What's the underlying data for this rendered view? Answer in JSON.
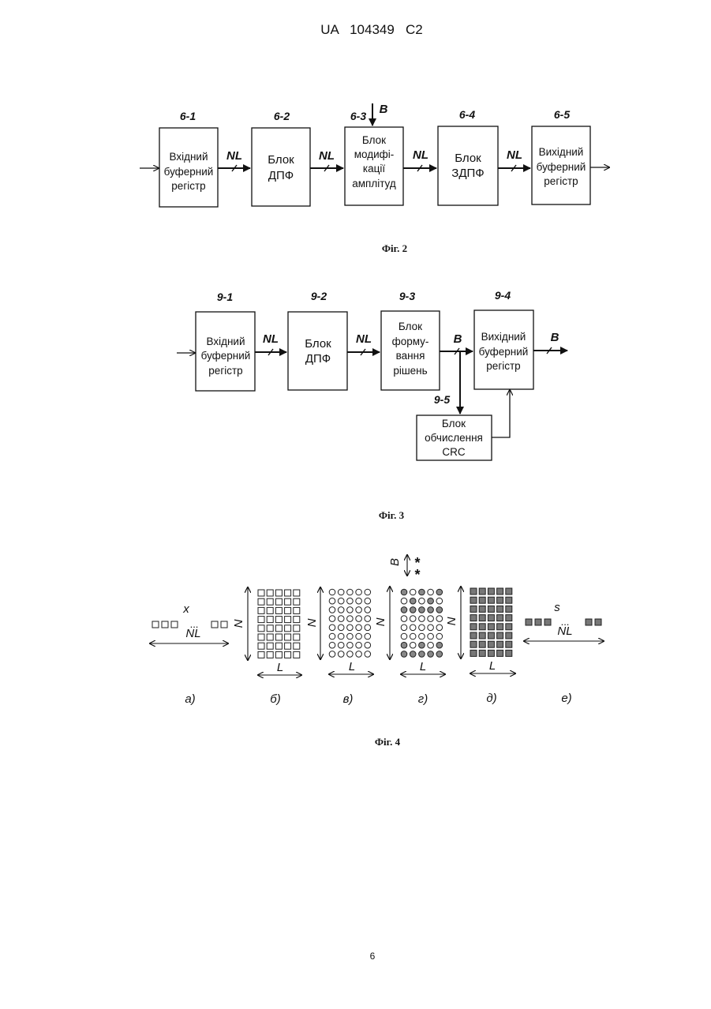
{
  "header": {
    "patent_number": "UA   104349   C2"
  },
  "fig2": {
    "caption": "Фіг. 2",
    "blocks": [
      {
        "id": "6-1",
        "lines": [
          "Вхідний",
          "буферний",
          "регістр"
        ]
      },
      {
        "id": "6-2",
        "lines": [
          "Блок",
          "ДПФ"
        ]
      },
      {
        "id": "6-3",
        "lines": [
          "Блок",
          "модифі-",
          "кації",
          "амплітуд"
        ]
      },
      {
        "id": "6-4",
        "lines": [
          "Блок",
          "ЗДПФ"
        ]
      },
      {
        "id": "6-5",
        "lines": [
          "Вихідний",
          "буферний",
          "регістр"
        ]
      }
    ],
    "links": [
      "NL",
      "NL",
      "NL",
      "NL"
    ],
    "input_b": "B"
  },
  "fig3": {
    "caption": "Фіг. 3",
    "blocks": [
      {
        "id": "9-1",
        "lines": [
          "Вхідний",
          "буферний",
          "регістр"
        ]
      },
      {
        "id": "9-2",
        "lines": [
          "Блок",
          "ДПФ"
        ]
      },
      {
        "id": "9-3",
        "lines": [
          "Блок",
          "форму-",
          "вання",
          "рішень"
        ]
      },
      {
        "id": "9-4",
        "lines": [
          "Вихідний",
          "буферний",
          "регістр"
        ]
      },
      {
        "id": "9-5",
        "lines": [
          "Блок",
          "обчислення",
          "CRC"
        ]
      }
    ],
    "links": [
      "NL",
      "NL",
      "B",
      "B"
    ]
  },
  "fig4": {
    "caption": "Фіг. 4",
    "b_label": "B",
    "x_label": "x",
    "s_label": "s",
    "dots": "...",
    "nl": "NL",
    "n": "N",
    "l": "L",
    "sublabels": [
      "а)",
      "б)",
      "в)",
      "г)",
      "д)",
      "е)"
    ]
  },
  "footer": {
    "page_number": "6"
  }
}
